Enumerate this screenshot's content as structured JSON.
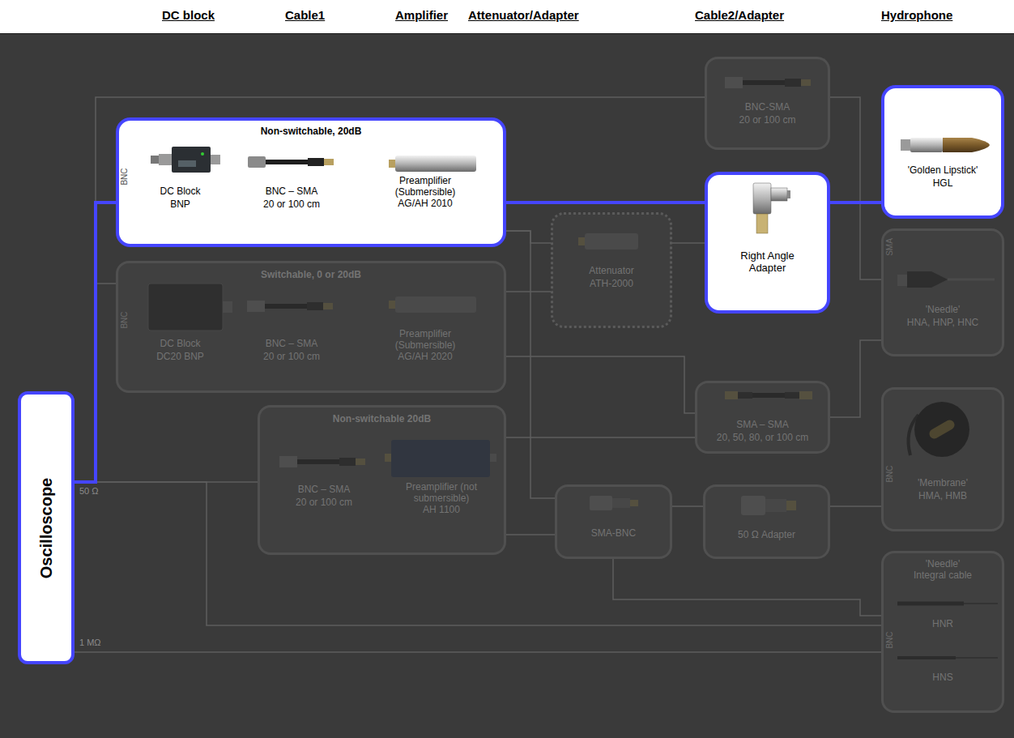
{
  "diagram": {
    "nodes": [
      {
        "text": [
          "Oscilloscope"
        ]
      },
      {
        "text": [
          "Non-switchable, 20dB"
        ]
      },
      {
        "text": [
          "DC Block",
          "BNP"
        ],
        "in": 1
      },
      {
        "text": [
          "BNC – SMA",
          "20 or 100 cm"
        ],
        "in": 1
      },
      {
        "text": [
          "Preamplifier (Submersible)",
          "AG/AH 2010"
        ],
        "in": 1
      },
      {
        "text": [
          "Switchable, 0 or 20dB"
        ]
      },
      {
        "text": [
          "DC Block",
          "DC20 BNP"
        ],
        "in": 5
      },
      {
        "text": [
          "BNC – SMA",
          "20 or 100 cm"
        ],
        "in": 5
      },
      {
        "text": [
          "Preamplifier (Submersible)",
          "AG/AH 2020"
        ],
        "in": 5
      },
      {
        "text": [
          "Non-switchable 20dB"
        ]
      },
      {
        "text": [
          "BNC – SMA",
          "20 or 100 cm"
        ],
        "in": 9
      },
      {
        "text": [
          "Preamplifier (not submersible)",
          "AH 1100"
        ],
        "in": 9
      },
      {
        "text": [
          "Attenuator",
          "ATH-2000"
        ]
      },
      {
        "text": [
          "SMA-BNC"
        ]
      },
      {
        "text": [
          "BNC-SMA",
          "20 or 100 cm"
        ]
      },
      {
        "text": [
          "Right Angle Adapter"
        ]
      },
      {
        "text": [
          "SMA – SMA",
          "20, 50, 80, or 100 cm"
        ]
      },
      {
        "text": [
          "50 Ω Adapter"
        ]
      },
      {
        "text": [
          "'Golden Lipstick'",
          "HGL"
        ]
      },
      {
        "text": [
          "'Needle'",
          "HNA, HNP, HNC"
        ]
      },
      {
        "text": [
          "'Membrane'",
          "HMA, HMB"
        ]
      },
      {
        "text": [
          "'Needle' Integral cable",
          "HNR",
          "HNS"
        ]
      }
    ],
    "edges": [
      {
        "from": 0,
        "to": 1,
        "arrow": "none"
      },
      {
        "from": 1,
        "to": 15,
        "arrow": "none"
      },
      {
        "from": 15,
        "to": 18,
        "arrow": "none"
      },
      {
        "from": 0,
        "to": 14,
        "arrow": "none"
      },
      {
        "from": 14,
        "to": 19,
        "arrow": "none"
      },
      {
        "from": 0,
        "to": 5,
        "arrow": "none"
      },
      {
        "from": 1,
        "to": 12,
        "arrow": "none"
      },
      {
        "from": 5,
        "to": 12,
        "arrow": "none"
      },
      {
        "from": 12,
        "to": 15,
        "arrow": "none"
      },
      {
        "from": 5,
        "to": 16,
        "arrow": "none"
      },
      {
        "from": 9,
        "to": 16,
        "arrow": "none"
      },
      {
        "from": 9,
        "to": 13,
        "arrow": "none"
      },
      {
        "from": 1,
        "to": 13,
        "arrow": "none"
      },
      {
        "from": 13,
        "to": 17,
        "arrow": "none"
      },
      {
        "from": 17,
        "to": 20,
        "arrow": "none"
      },
      {
        "from": 16,
        "to": 19,
        "arrow": "none"
      },
      {
        "from": 13,
        "to": 21,
        "arrow": "none"
      },
      {
        "from": 0,
        "to": 9,
        "arrow": "none"
      },
      {
        "from": 0,
        "to": 21,
        "arrow": "none"
      },
      {
        "from": 0,
        "to": 21,
        "arrow": "none"
      }
    ],
    "labels": [
      "DC block",
      "Cable1",
      "Amplifier",
      "Attenuator/Adapter",
      "Cable2/Adapter",
      "Hydrophone",
      "BNC",
      "BNC",
      "SMA",
      "BNC",
      "BNC",
      "50 Ω",
      "1 MΩ"
    ]
  }
}
